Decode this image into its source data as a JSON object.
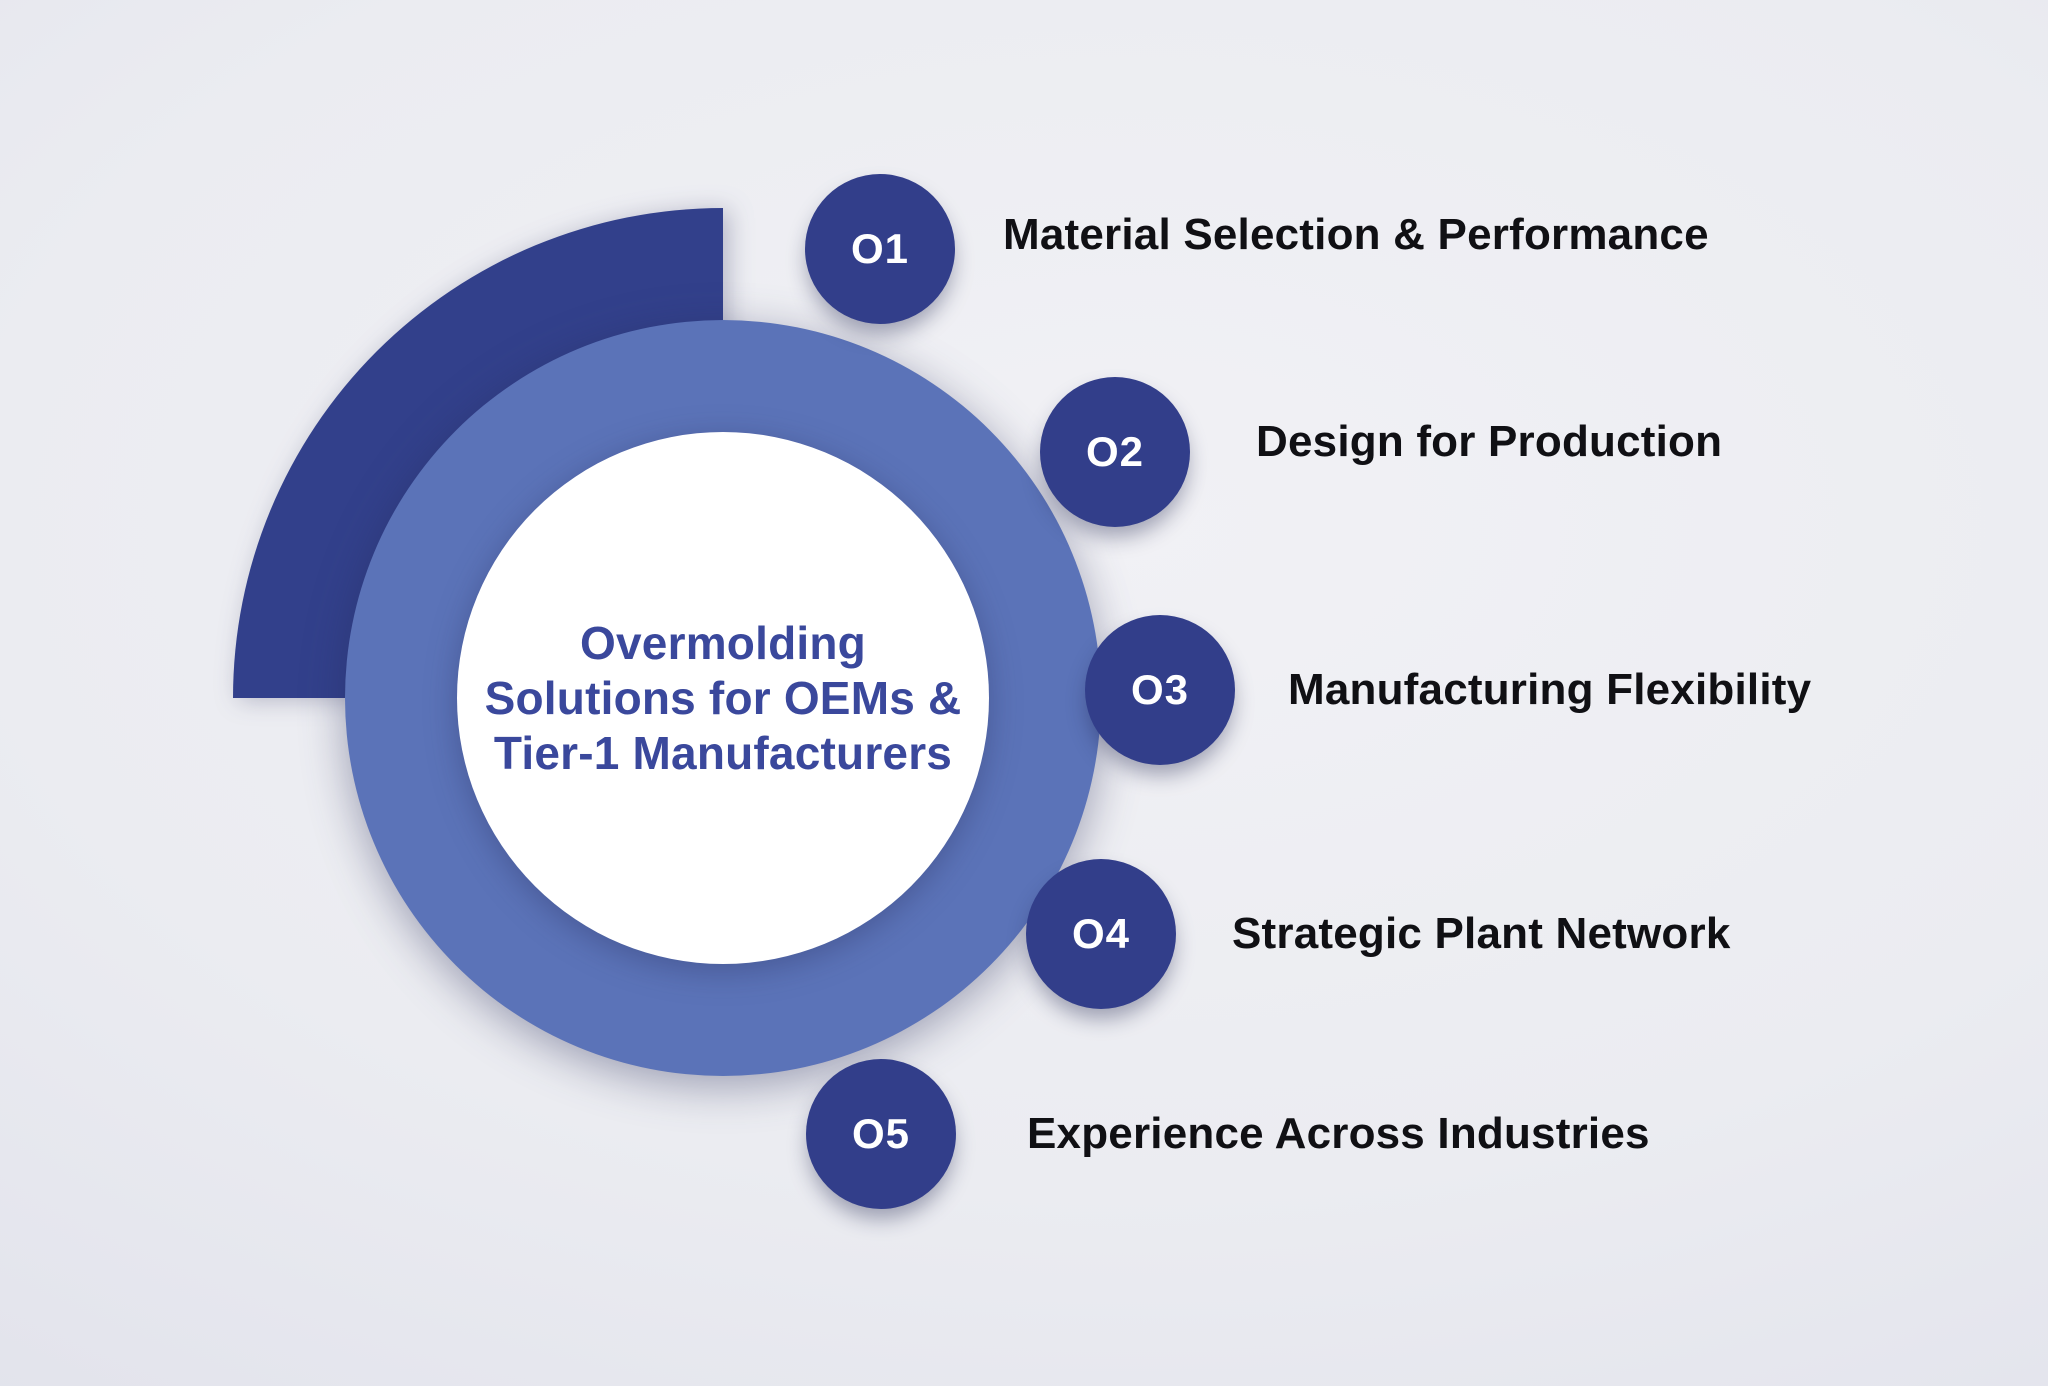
{
  "diagram": {
    "title": {
      "line1": "Overmolding",
      "line2": "Solutions for OEMs &",
      "line3": "Tier-1 Manufacturers"
    },
    "items": [
      {
        "number": "O1",
        "label": "Material Selection & Performance"
      },
      {
        "number": "O2",
        "label": "Design for Production"
      },
      {
        "number": "O3",
        "label": "Manufacturing Flexibility"
      },
      {
        "number": "O4",
        "label": "Strategic Plant Network"
      },
      {
        "number": "O5",
        "label": "Experience Across Industries"
      }
    ],
    "colors": {
      "arc_dark": "#32408b",
      "ring": "#5b73b8",
      "center_fill": "#ffffff",
      "step_circle": "#323e8a",
      "step_number_text": "#ffffff",
      "title_text": "#3a489c",
      "label_text": "#101014"
    }
  }
}
